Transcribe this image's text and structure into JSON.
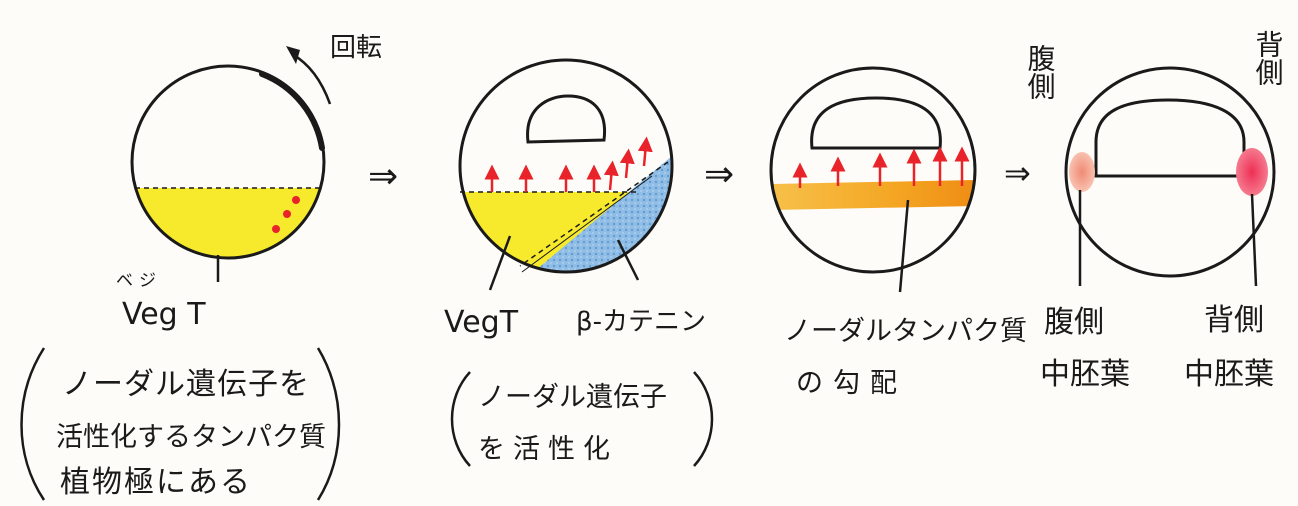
{
  "colors": {
    "ink": "#1a1a1a",
    "yolk_yellow": "#f7ea2c",
    "beta_catenin_blue": "#7fb3e0",
    "nodal_gradient": "#f4a623",
    "arrow_red": "#e8232a",
    "ventral_mesoderm": "#f29a83",
    "dorsal_mesoderm": "#ee2f55",
    "paper": "#fdfcf8"
  },
  "stage1": {
    "rotation_label": "回転",
    "veg_ruby": "ベジ",
    "veg_label": "Veg T",
    "note_lines": [
      "ノーダル遺伝子を",
      "活性化するタンパク質",
      "植物極にある"
    ]
  },
  "stage2": {
    "veg_label": "VegT",
    "beta_label": "β-カテニン",
    "note_lines": [
      "ノーダル遺伝子",
      "を活性化"
    ]
  },
  "stage3": {
    "label_lines": [
      "ノーダルタンパク質",
      "の勾配"
    ]
  },
  "stage4": {
    "ventral_side_top": "腹側",
    "dorsal_side_top": "背側",
    "ventral_lines": [
      "腹側",
      "中胚葉"
    ],
    "dorsal_lines": [
      "背側",
      "中胚葉"
    ]
  },
  "flow_arrow": "⇒"
}
